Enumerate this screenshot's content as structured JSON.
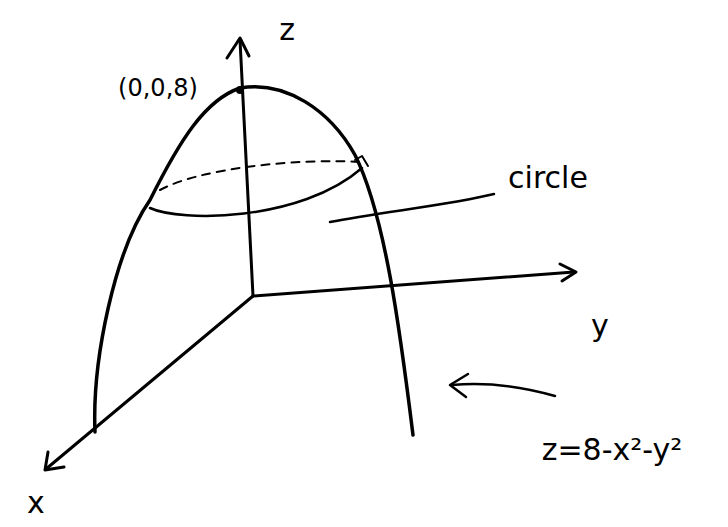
{
  "diagram": {
    "labels": [
      "z",
      "(0,0,8)",
      "circle",
      "y",
      "x",
      "z=8-x²-y²"
    ]
  }
}
